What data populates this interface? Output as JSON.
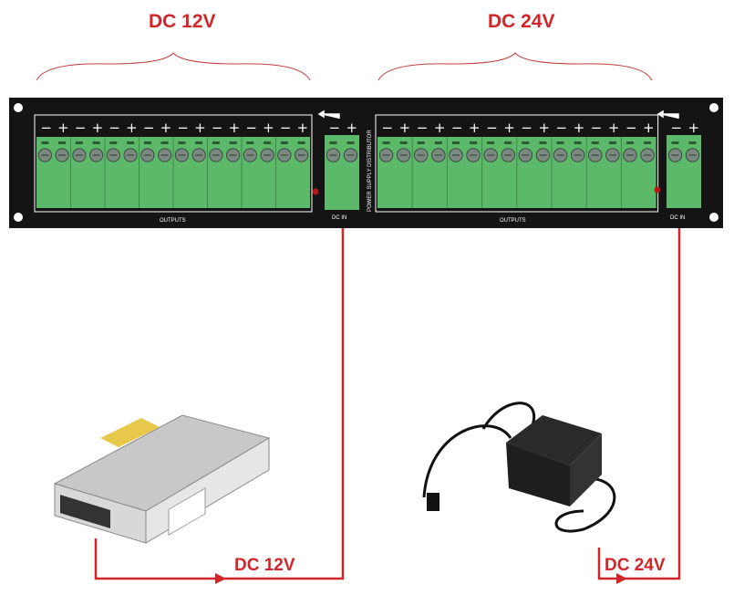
{
  "labels": {
    "top_left": "DC 12V",
    "top_right": "DC 24V",
    "bottom_left": "DC 12V",
    "bottom_right": "DC 24V"
  },
  "panel": {
    "vertical_text": "POWER SUPPLY DISTRIBUTOR",
    "outputs_left": "OUTPUTS",
    "outputs_right": "OUTPUTS",
    "dc_in_left": "DC IN",
    "dc_in_right": "DC IN",
    "minus": "−",
    "plus": "+",
    "outputs_per_group": 8
  },
  "colors": {
    "accent_red": "#d0262a",
    "terminal_green": "#5cb96a",
    "panel_black": "#141414"
  }
}
